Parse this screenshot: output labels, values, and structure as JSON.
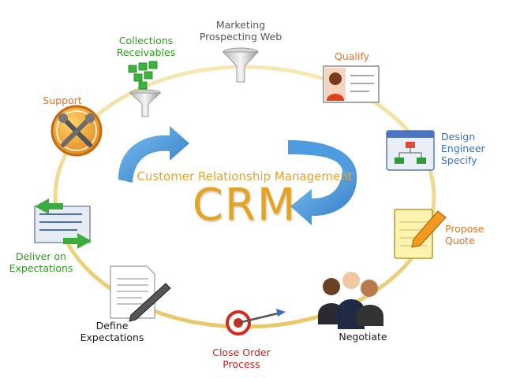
{
  "title": "CRM",
  "subtitle": "Customer Relationship Management",
  "stages": {
    "marketing": [
      "Marketing",
      "Prospecting Web"
    ],
    "qualify": [
      "Qualify"
    ],
    "design": [
      "Design",
      "Engineer",
      "Specify"
    ],
    "propose": [
      "Propose",
      "Quote"
    ],
    "negotiate": [
      "Negotiate"
    ],
    "close": [
      "Close Order",
      "Process"
    ],
    "define": [
      "Define",
      "Expectations"
    ],
    "deliver": [
      "Deliver on",
      "Expectations"
    ],
    "support": [
      "Support"
    ],
    "collections": [
      "Collections",
      "Receivables"
    ]
  },
  "icons": {
    "marketing": "funnel-icon",
    "qualify": "profile-card-icon",
    "design": "flowchart-window-icon",
    "propose": "notepad-pencil-icon",
    "negotiate": "people-group-icon",
    "close": "target-dart-icon",
    "define": "document-pen-icon",
    "deliver": "envelopes-arrows-icon",
    "support": "tools-icon",
    "collections": "money-funnel-icon"
  },
  "colors": {
    "ring": "#f2dc96",
    "arrows": "#3f8fd6",
    "title": "#e3a426",
    "orange_label": "#e8731e",
    "green_label": "#2e9a1c",
    "blue_label": "#3a6fc0",
    "red_label": "#c8231c"
  }
}
